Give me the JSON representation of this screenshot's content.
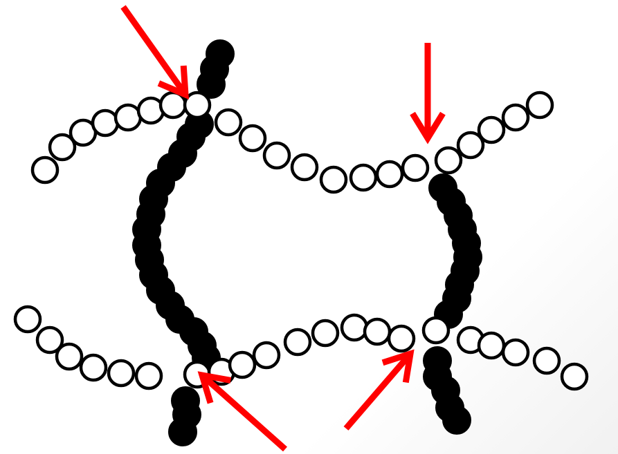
{
  "diagram": {
    "chains": [
      {
        "id": "upper-open-chain",
        "style": "open-circles"
      },
      {
        "id": "lower-open-chain",
        "style": "open-circles"
      },
      {
        "id": "left-filled-chain",
        "style": "filled-circles"
      },
      {
        "id": "right-filled-chain",
        "style": "filled-circles"
      }
    ],
    "crosslink_arrows": {
      "count": 4,
      "color": "#ff0000"
    },
    "colors": {
      "open_bead_stroke": "#000000",
      "open_bead_fill": "#ffffff",
      "filled_bead": "#000000",
      "arrow": "#ff0000",
      "background": "#ffffff"
    }
  }
}
